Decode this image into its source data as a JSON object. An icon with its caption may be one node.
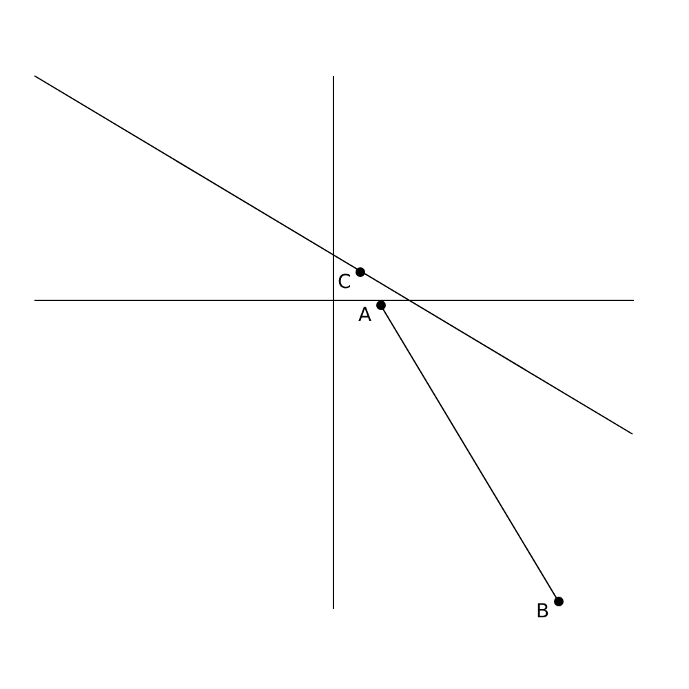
{
  "diagram": {
    "nodes": [
      {
        "text": [
          "C"
        ]
      },
      {
        "text": [
          "A"
        ]
      },
      {
        "text": [
          "B"
        ]
      }
    ],
    "edges": [
      {
        "from": 1,
        "to": 2,
        "arrow": "none"
      }
    ]
  }
}
